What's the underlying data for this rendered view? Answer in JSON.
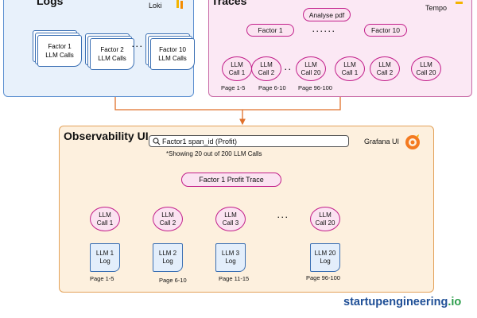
{
  "logs": {
    "title": "Logs",
    "tool": "Loki",
    "factors": [
      {
        "line1": "Factor 1",
        "line2": "LLM Calls"
      },
      {
        "line1": "Factor 2",
        "line2": "LLM Calls"
      },
      {
        "line1": "Factor 10",
        "line2": "LLM Calls"
      }
    ],
    "ellipsis": ". . ."
  },
  "traces": {
    "title": "Traces",
    "tool": "Tempo",
    "root": "Analyse pdf",
    "ellipsis": ". . . . . .",
    "factors": [
      {
        "label": "Factor 1",
        "calls": [
          {
            "line1": "LLM",
            "line2": "Call 1"
          },
          {
            "line1": "LLM",
            "line2": "Call 2"
          },
          {
            "line1": "LLM",
            "line2": "Call 20"
          }
        ],
        "pages": [
          "Page 1-5",
          "Page 6-10",
          "Page 96-100"
        ],
        "ellipsis": ". ."
      },
      {
        "label": "Factor 10",
        "calls": [
          {
            "line1": "LLM",
            "line2": "Call 1"
          },
          {
            "line1": "LLM",
            "line2": "Call 2"
          },
          {
            "line1": "LLM",
            "line2": "Call 20"
          }
        ]
      }
    ]
  },
  "observability": {
    "title": "Observability UI",
    "tool": "Grafana UI",
    "search_value": "Factor1 span_id (Profit)",
    "note": "*Showing 20 out of 200 LLM Calls",
    "trace_root": "Factor 1  Profit Trace",
    "ellipsis": ". . .",
    "calls": [
      {
        "line1": "LLM",
        "line2": "Call 1",
        "log1": "LLM 1",
        "log2": "Log",
        "page": "Page 1-5"
      },
      {
        "line1": "LLM",
        "line2": "Call 2",
        "log1": "LLM 2",
        "log2": "Log",
        "page": "Page 6-10"
      },
      {
        "line1": "LLM",
        "line2": "Call 3",
        "log1": "LLM 3",
        "log2": "Log",
        "page": "Page 11-15"
      },
      {
        "line1": "LLM",
        "line2": "Call 20",
        "log1": "LLM 20",
        "log2": "Log",
        "page": "Page 96-100"
      }
    ]
  },
  "footer": {
    "brand_main": "startupengineering",
    "brand_tld": ".io"
  },
  "colors": {
    "trace_stroke": "#c21e8a",
    "trace_fill": "#fbe3f1",
    "log_stroke": "#3a6fb3",
    "arrow": "#e0702a"
  }
}
